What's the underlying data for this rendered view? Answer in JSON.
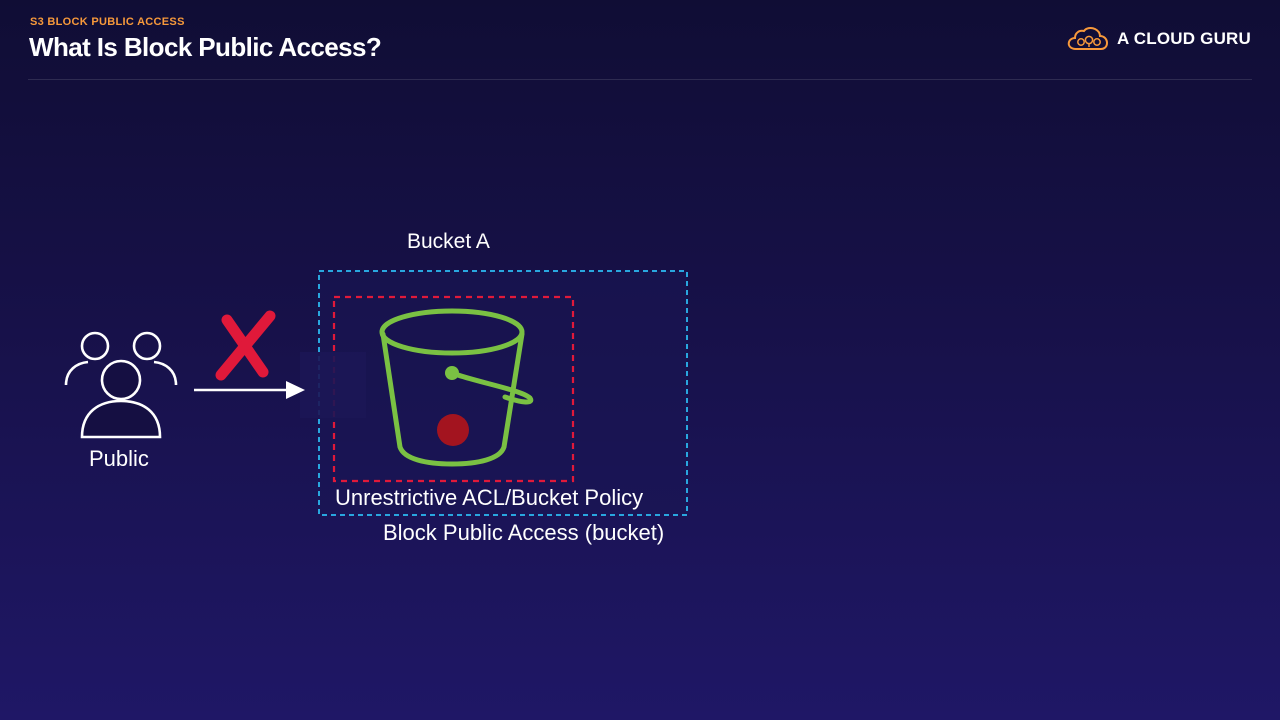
{
  "header": {
    "eyebrow": "S3 BLOCK PUBLIC ACCESS",
    "title": "What Is Block Public Access?",
    "brand_name": "A CLOUD GURU"
  },
  "diagram": {
    "bucket_label": "Bucket A",
    "public_label": "Public",
    "acl_label": "Unrestrictive ACL/Bucket Policy",
    "bpa_label": "Block Public Access (bucket)"
  },
  "colors": {
    "eyebrow": "#f7993b",
    "brand_logo": "#f7993b",
    "bucket": "#7ac143",
    "acl_border": "#e0193a",
    "bpa_border": "#29a7df",
    "cross": "#e0193a",
    "object_dot": "#a3141f"
  },
  "icons": [
    "users-icon",
    "cloud-logo-icon",
    "bucket-icon",
    "cross-icon",
    "arrow-icon"
  ]
}
